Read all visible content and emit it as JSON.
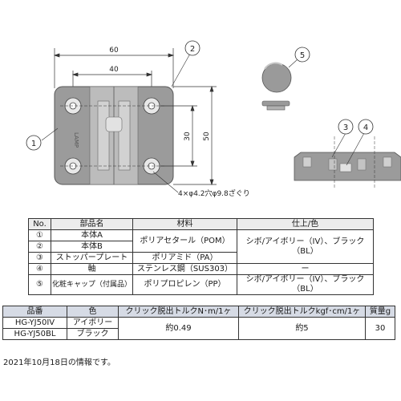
{
  "drawing": {
    "dims": {
      "width_outer": "60",
      "width_hole": "40",
      "height_hole": "30",
      "height_outer": "50"
    },
    "hole_note": "4×φ4.2穴φ9.8ざぐり",
    "brand_mark": "LAMP",
    "callouts": [
      "1",
      "2",
      "3",
      "4",
      "5"
    ]
  },
  "parts_table": {
    "headers": [
      "No.",
      "部品名",
      "材料",
      "仕上/色"
    ],
    "rows": [
      {
        "no": "①",
        "name": "本体A",
        "material": "ポリアセタール（POM）",
        "finish": "シボ/アイボリー（IV）、ブラック（BL）"
      },
      {
        "no": "②",
        "name": "本体B"
      },
      {
        "no": "③",
        "name": "ストッパープレート",
        "material": "ポリアミド（PA）",
        "finish": ""
      },
      {
        "no": "④",
        "name": "軸",
        "material": "ステンレス鋼（SUS303）",
        "finish": "ー"
      },
      {
        "no": "⑤",
        "name": "化粧キャップ（付属品）",
        "material": "ポリプロピレン（PP）",
        "finish": "シボ/アイボリー（IV）、ブラック（BL）"
      }
    ]
  },
  "spec_table": {
    "headers": [
      "品番",
      "色",
      "クリック脱出トルクN･m/1ヶ",
      "クリック脱出トルクkgf･cm/1ヶ",
      "質量g"
    ],
    "rows": [
      {
        "code": "HG-YJ50IV",
        "color": "アイボリー",
        "torque_nm": "約0.49",
        "torque_kgf": "約5",
        "mass": "30"
      },
      {
        "code": "HG-YJ50BL",
        "color": "ブラック"
      }
    ]
  },
  "note": "2021年10月18日の情報です。"
}
